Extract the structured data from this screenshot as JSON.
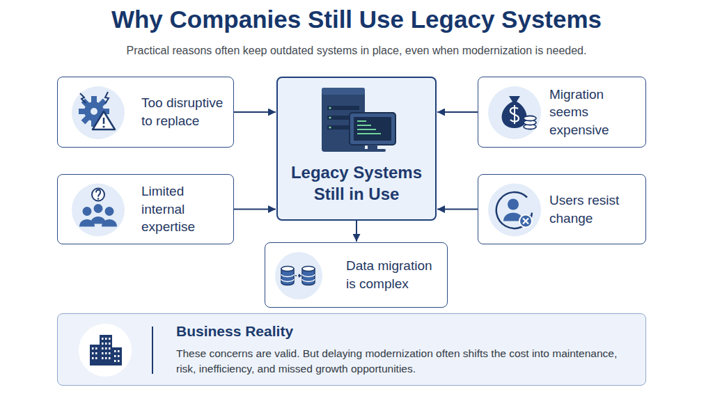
{
  "diagram": {
    "title": "Why Companies Still Use Legacy Systems",
    "caption": "Practical reasons often keep outdated systems in place, even when modernization is needed.",
    "nodes": [
      {
        "text": [
          "Too disruptive to replace"
        ]
      },
      {
        "text": [
          "Legacy Systems Still in Use"
        ]
      },
      {
        "text": [
          "Migration seems expensive"
        ]
      },
      {
        "text": [
          "Limited internal expertise"
        ]
      },
      {
        "text": [
          "Users resist change"
        ]
      },
      {
        "text": [
          "Data migration is complex"
        ]
      },
      {
        "text": [
          "Business Reality",
          "These concerns are valid. But delaying modernization often shifts the cost into maintenance, risk, inefficiency, and missed growth opportunities."
        ]
      }
    ],
    "edges": [
      {
        "from": 0,
        "to": 1,
        "arrow": "to"
      },
      {
        "from": 2,
        "to": 1,
        "arrow": "to"
      },
      {
        "from": 3,
        "to": 1,
        "arrow": "to"
      },
      {
        "from": 4,
        "to": 1,
        "arrow": "to"
      },
      {
        "from": 1,
        "to": 5,
        "arrow": "to"
      }
    ]
  }
}
